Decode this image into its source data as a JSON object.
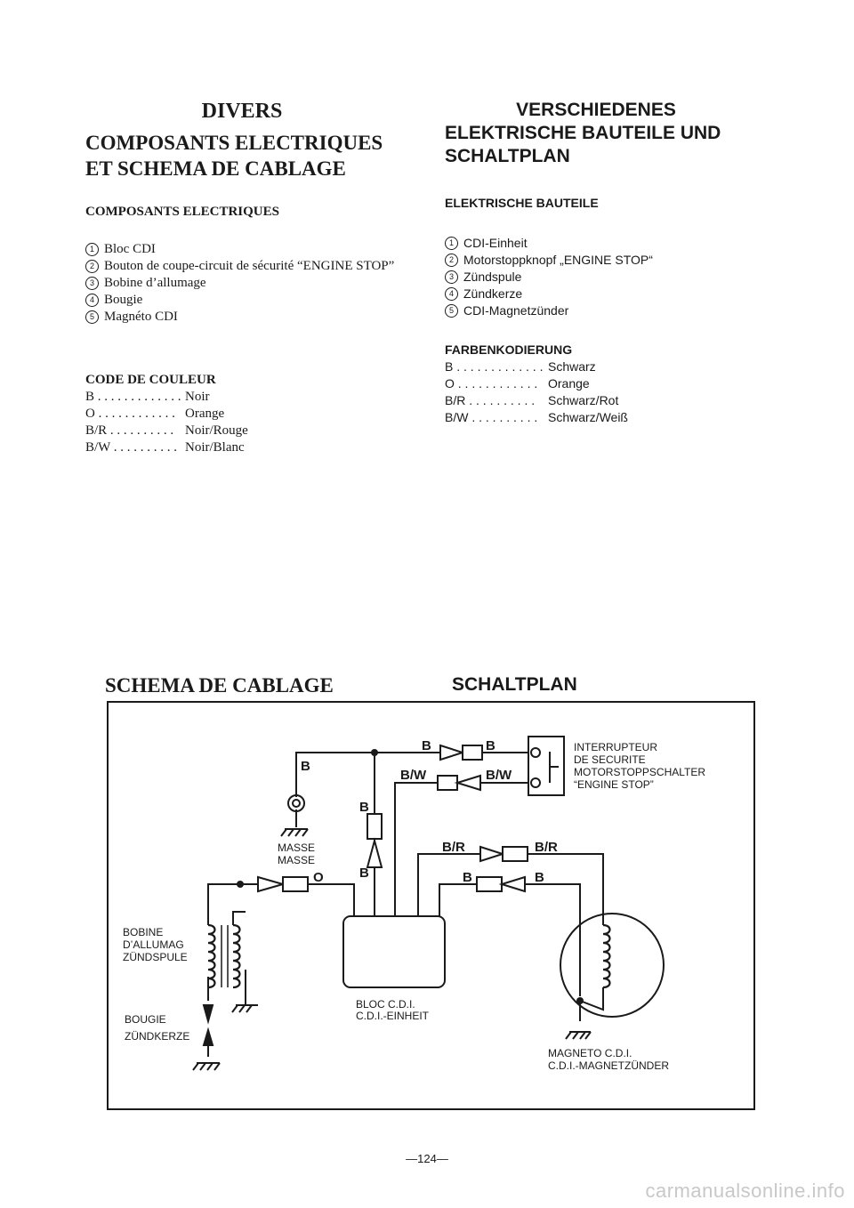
{
  "fr": {
    "section": "DIVERS",
    "title_line1": "COMPOSANTS ELECTRIQUES",
    "title_line2": "ET SCHEMA DE CABLAGE",
    "subtitle": "COMPOSANTS ELECTRIQUES",
    "items": [
      {
        "n": "1",
        "text": "Bloc CDI"
      },
      {
        "n": "2",
        "text": "Bouton de coupe-circuit de sécurité “ENGINE STOP”"
      },
      {
        "n": "3",
        "text": "Bobine d’allumage"
      },
      {
        "n": "4",
        "text": "Bougie"
      },
      {
        "n": "5",
        "text": "Magnéto CDI"
      }
    ],
    "code_title": "CODE DE COULEUR",
    "codes": [
      {
        "key": "B . . . . . . . . . . . . .",
        "value": "Noir"
      },
      {
        "key": "O . . . . . . . . . . . .",
        "value": "Orange"
      },
      {
        "key": "B/R . . . . . . . . . .",
        "value": "Noir/Rouge"
      },
      {
        "key": "B/W . . . . . . . . . .",
        "value": "Noir/Blanc"
      }
    ],
    "schema_title": "SCHEMA DE CABLAGE"
  },
  "de": {
    "section": "VERSCHIEDENES",
    "title_line1": "ELEKTRISCHE BAUTEILE UND",
    "title_line2": "SCHALTPLAN",
    "subtitle": "ELEKTRISCHE BAUTEILE",
    "items": [
      {
        "n": "1",
        "text": "CDI-Einheit"
      },
      {
        "n": "2",
        "text": "Motorstoppknopf „ENGINE STOP“"
      },
      {
        "n": "3",
        "text": "Zündspule"
      },
      {
        "n": "4",
        "text": "Zündkerze"
      },
      {
        "n": "5",
        "text": "CDI-Magnetzünder"
      }
    ],
    "code_title": "FARBENKODIERUNG",
    "codes": [
      {
        "key": "B . . . . . . . . . . . . .",
        "value": "Schwarz"
      },
      {
        "key": "O . . . . . . . . . . . .",
        "value": "Orange"
      },
      {
        "key": "B/R . . . . . . . . . .",
        "value": "Schwarz/Rot"
      },
      {
        "key": "B/W . . . . . . . . . .",
        "value": "Schwarz/Weiß"
      }
    ],
    "schema_title": "SCHALTPLAN"
  },
  "diagram": {
    "switch_label": [
      "INTERRUPTEUR",
      "DE SECURITE",
      "MOTORSTOPPSCHALTER",
      "“ENGINE STOP”"
    ],
    "ground_label": [
      "MASSE",
      "MASSE"
    ],
    "coil_label": [
      "BOBINE",
      "D’ALLUMAG",
      "ZÜNDSPULE"
    ],
    "plug_label": [
      "BOUGIE",
      "ZÜNDKERZE"
    ],
    "cdi_label": [
      "BLOC C.D.I.",
      "C.D.I.-EINHEIT"
    ],
    "magneto_label": [
      "MAGNETO C.D.I.",
      "C.D.I.-MAGNETZÜNDER"
    ],
    "wire_b": "B",
    "wire_bw": "B/W",
    "wire_br": "B/R",
    "wire_o": "O"
  },
  "page_number": "—124—",
  "watermark": "carmanualsonline.info"
}
